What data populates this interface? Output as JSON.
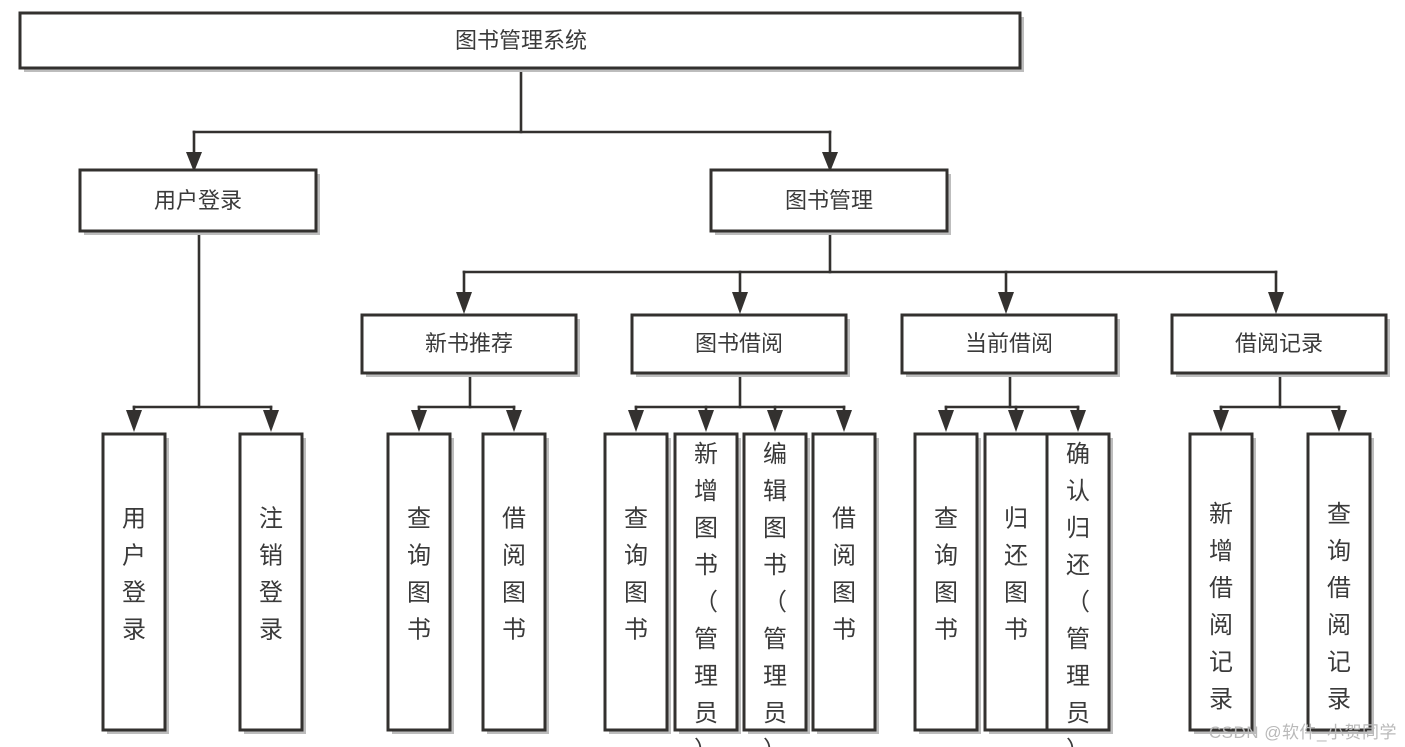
{
  "diagram": {
    "title": "图书管理系统",
    "type": "tree-hierarchy-diagram",
    "colors": {
      "box_stroke": "#33312f",
      "box_fill": "#ffffff",
      "text": "#3a3a3a",
      "shadow": "#bdbdbd",
      "watermark": "#b9b9b9",
      "background": "#ffffff"
    },
    "root": {
      "label": "图书管理系统"
    },
    "level2": [
      {
        "label": "用户登录"
      },
      {
        "label": "图书管理"
      }
    ],
    "level3": [
      {
        "label": "新书推荐"
      },
      {
        "label": "图书借阅"
      },
      {
        "label": "当前借阅"
      },
      {
        "label": "借阅记录"
      }
    ],
    "leaves": {
      "user_login": [
        {
          "label": "用户登录"
        },
        {
          "label": "注销登录"
        }
      ],
      "new_book_recommend": [
        {
          "label": "查询图书"
        },
        {
          "label": "借阅图书"
        }
      ],
      "book_borrow": [
        {
          "label": "查询图书"
        },
        {
          "label": "新增图书（管理员）"
        },
        {
          "label": "编辑图书（管理员）"
        },
        {
          "label": "借阅图书"
        }
      ],
      "current_borrow": [
        {
          "label": "查询图书"
        },
        {
          "label": "归还图书"
        },
        {
          "label": "确认归还（管理员）"
        }
      ],
      "borrow_record": [
        {
          "label": "新增借阅记录"
        },
        {
          "label": "查询借阅记录"
        }
      ]
    }
  },
  "watermark": {
    "text": "CSDN @软件_小贺同学"
  }
}
